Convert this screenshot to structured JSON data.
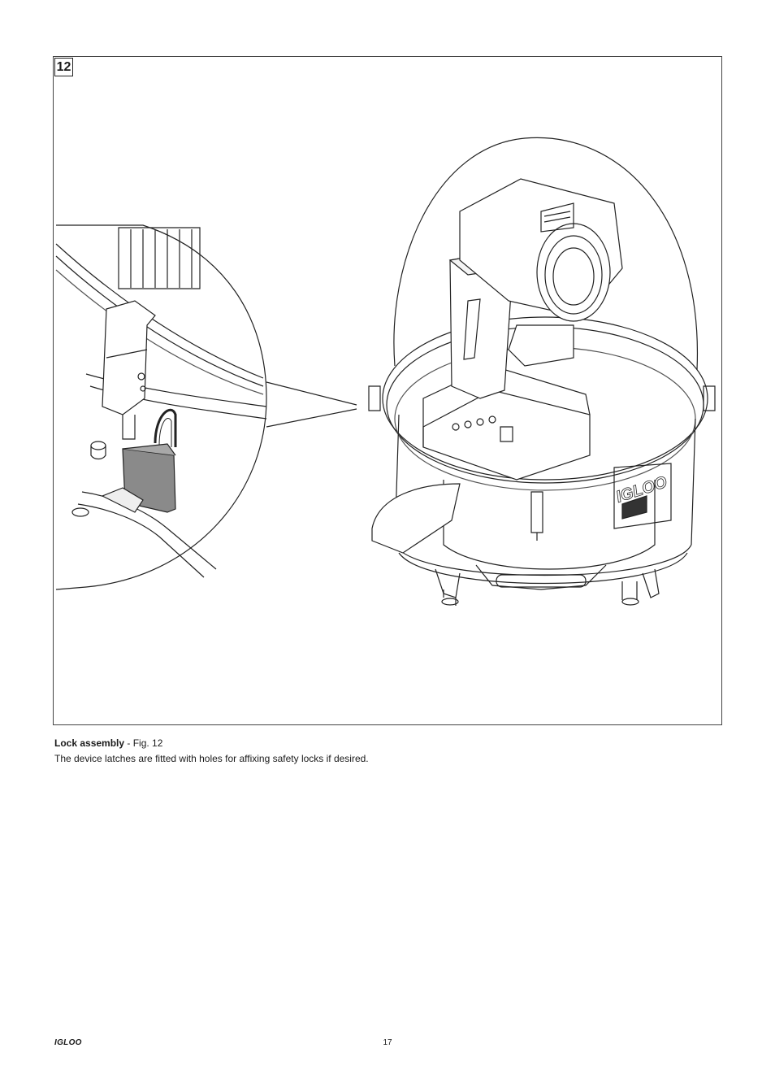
{
  "figure": {
    "number": "12"
  },
  "caption": {
    "title": "Lock assembly",
    "ref": " - Fig. 12",
    "body": "The device latches are fitted with holes for affixing safety locks if desired."
  },
  "footer": {
    "brand": "IGLOO",
    "page": "17"
  },
  "illustration": {
    "dome_logo_text": "IGLOO"
  }
}
